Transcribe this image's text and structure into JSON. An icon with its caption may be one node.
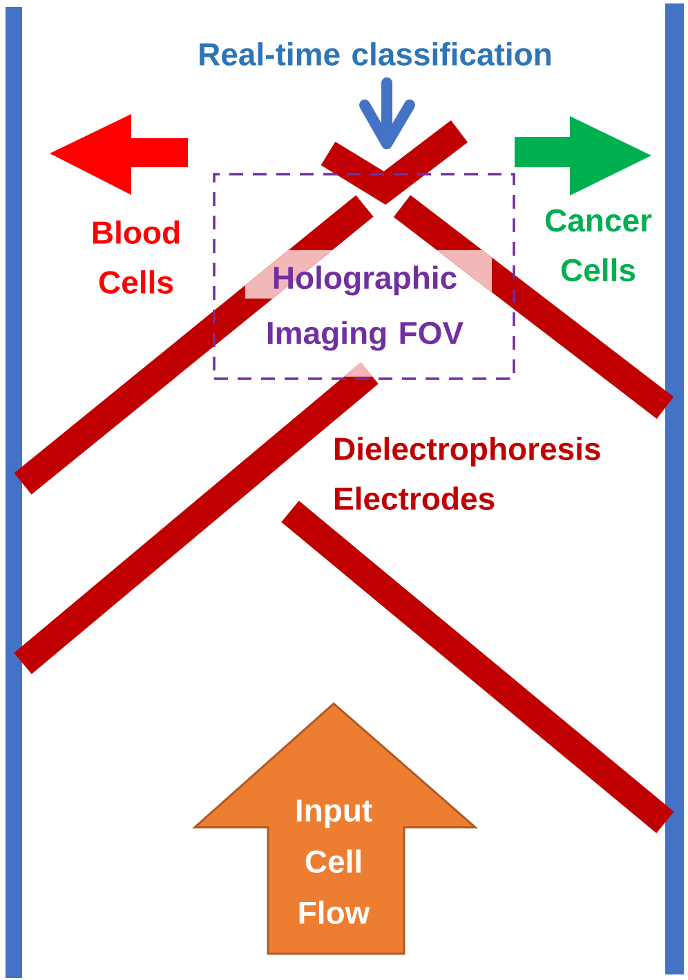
{
  "diagram": {
    "nodes": [
      {
        "text": [
          "Holographic Imaging FOV"
        ]
      },
      {
        "text": [
          "Input Cell Flow"
        ]
      }
    ],
    "labels": [
      "Real-time classification",
      "Blood Cells",
      "Cancer Cells",
      "Dielectrophoresis Electrodes"
    ]
  }
}
